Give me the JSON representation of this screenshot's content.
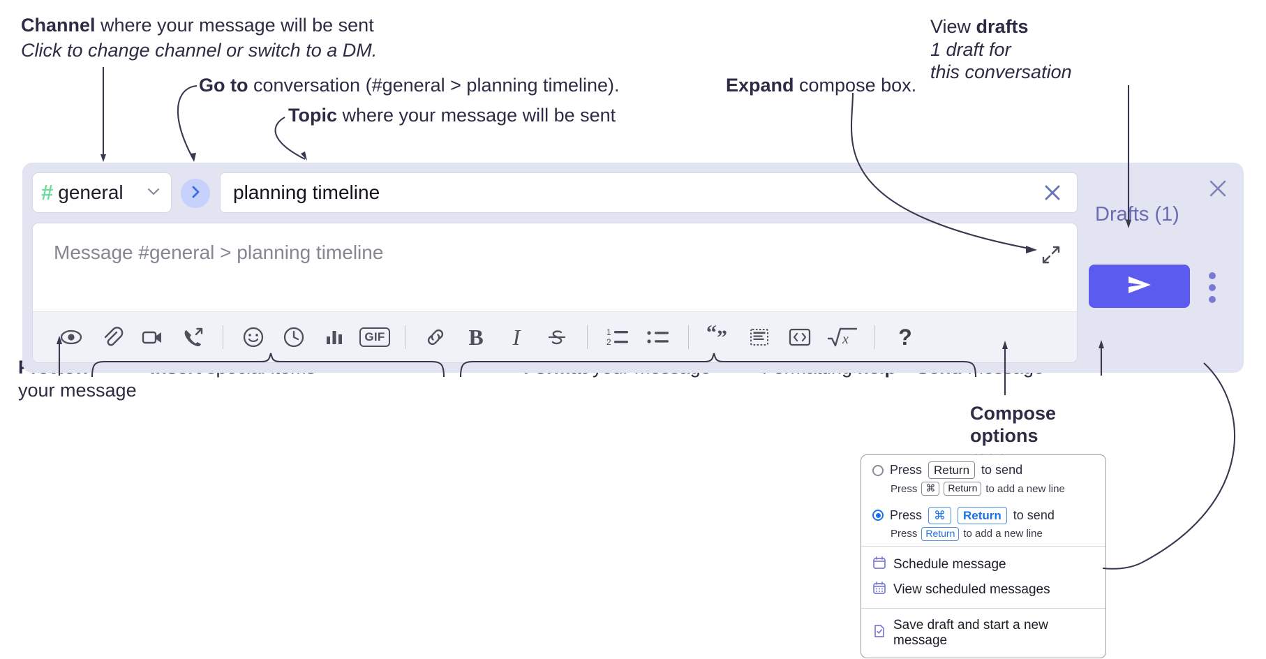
{
  "annotations": {
    "channel": {
      "bold": "Channel",
      "rest": " where your message will be sent",
      "sub": "Click to change channel or switch to a DM."
    },
    "goto": {
      "bold": "Go to",
      "rest": " conversation (#general > planning timeline)."
    },
    "topic": {
      "bold": "Topic",
      "rest": " where your message will be sent"
    },
    "expand": {
      "bold": "Expand",
      "rest": " compose box."
    },
    "drafts": {
      "bold_pre": "View ",
      "bold": "drafts",
      "sub1": "1 draft for",
      "sub2": "this conversation"
    },
    "preview": {
      "bold": "Preview",
      "sub": "your message"
    },
    "insert": {
      "bold": "Insert",
      "rest": " special items"
    },
    "format": {
      "bold": "Format",
      "rest": " your message"
    },
    "formatting_help": {
      "pre": "Formatting ",
      "bold": "help"
    },
    "send": {
      "bold": "Send",
      "rest": " message"
    },
    "compose_options": {
      "bold1": "Compose",
      "bold2": "options",
      "rest": "menu"
    }
  },
  "compose": {
    "channel_chip": {
      "hash": "#",
      "name": "general",
      "chevron_icon": "chevron-down-icon"
    },
    "goto_button": {
      "icon": "chevron-right-icon"
    },
    "topic": {
      "value": "planning timeline",
      "clear_icon": "close-icon"
    },
    "message": {
      "placeholder": "Message #general > planning timeline",
      "expand_icon": "expand-icon"
    },
    "panel_close_icon": "close-icon",
    "drafts_link": "Drafts (1)",
    "send_button": {
      "icon": "send-icon"
    },
    "kebab": {
      "icon": "more-vertical-icon"
    },
    "toolbar": [
      {
        "name": "preview-button",
        "icon": "eye-icon"
      },
      {
        "name": "attach-button",
        "icon": "paperclip-icon"
      },
      {
        "name": "video-clip-button",
        "icon": "video-camera-icon"
      },
      {
        "name": "audio-clip-button",
        "icon": "phone-arrow-icon"
      },
      {
        "name": "separator-1",
        "icon": "divider"
      },
      {
        "name": "emoji-button",
        "icon": "smiley-icon"
      },
      {
        "name": "schedule-button",
        "icon": "clock-icon"
      },
      {
        "name": "poll-button",
        "icon": "bar-chart-icon"
      },
      {
        "name": "gif-button",
        "icon": "gif-icon",
        "label": "GIF"
      },
      {
        "name": "separator-2",
        "icon": "divider"
      },
      {
        "name": "link-button",
        "icon": "link-icon"
      },
      {
        "name": "bold-button",
        "icon": "bold-icon",
        "label": "B"
      },
      {
        "name": "italic-button",
        "icon": "italic-icon",
        "label": "I"
      },
      {
        "name": "strikethrough-button",
        "icon": "strikethrough-icon"
      },
      {
        "name": "separator-3",
        "icon": "divider"
      },
      {
        "name": "ordered-list-button",
        "icon": "ordered-list-icon"
      },
      {
        "name": "bulleted-list-button",
        "icon": "bulleted-list-icon"
      },
      {
        "name": "separator-4",
        "icon": "divider"
      },
      {
        "name": "blockquote-button",
        "icon": "quote-icon"
      },
      {
        "name": "code-block-button",
        "icon": "code-block-icon"
      },
      {
        "name": "inline-code-button",
        "icon": "code-brackets-icon"
      },
      {
        "name": "math-button",
        "icon": "square-root-icon"
      },
      {
        "name": "separator-5",
        "icon": "divider"
      },
      {
        "name": "help-button",
        "icon": "question-mark-icon",
        "label": "?"
      }
    ]
  },
  "menu": {
    "option_return": {
      "selected": false,
      "press": "Press",
      "key": "Return",
      "suffix": "to send",
      "sub_press": "Press",
      "sub_key1": "⌘",
      "sub_key2": "Return",
      "sub_suffix": "to add a new line"
    },
    "option_cmd_return": {
      "selected": true,
      "press": "Press",
      "key1": "⌘",
      "key2": "Return",
      "suffix": "to send",
      "sub_press": "Press",
      "sub_key": "Return",
      "sub_suffix": "to add a new line"
    },
    "items": [
      {
        "name": "schedule-message",
        "icon": "calendar-icon",
        "label": "Schedule message"
      },
      {
        "name": "view-scheduled-messages",
        "icon": "calendar-grid-icon",
        "label": "View scheduled messages"
      }
    ],
    "save_draft": {
      "name": "save-draft",
      "icon": "document-check-icon",
      "label": "Save draft and start a new message"
    }
  },
  "colors": {
    "panel_bg": "#e2e4f2",
    "accent_blue": "#5b5bf0",
    "channel_green": "#6ddc9b",
    "goto_bg": "#c6d2fb",
    "drafts_text": "#6b6bb5",
    "radio_blue": "#1b72e8",
    "text": "#2e2c44"
  }
}
